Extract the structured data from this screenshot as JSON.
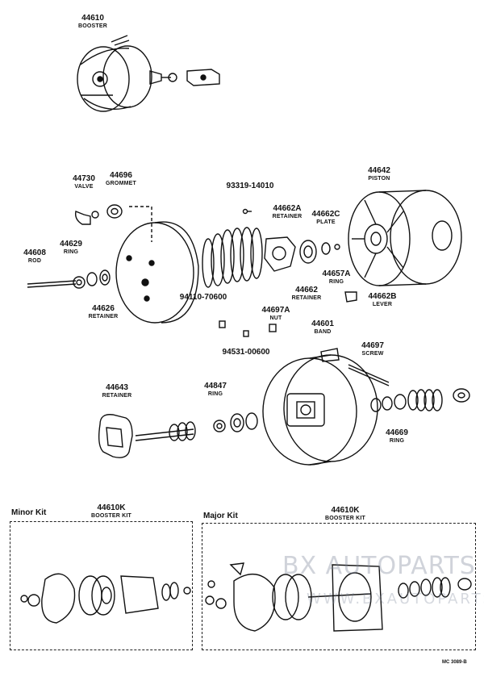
{
  "parts": {
    "booster_top": {
      "number": "44610",
      "name": "BOOSTER"
    },
    "valve": {
      "number": "44730",
      "name": "VALVE"
    },
    "grommet": {
      "number": "44696",
      "name": "GROMMET"
    },
    "bolt_93319": {
      "number": "93319-14010"
    },
    "retainer_44662A": {
      "number": "44662A",
      "name": "RETAINER"
    },
    "plate": {
      "number": "44662C",
      "name": "PLATE"
    },
    "piston": {
      "number": "44642",
      "name": "PISTON"
    },
    "rod": {
      "number": "44608",
      "name": "ROD"
    },
    "ring_44629": {
      "number": "44629",
      "name": "RING"
    },
    "ring_44657A": {
      "number": "44657A",
      "name": "RING"
    },
    "retainer_44662": {
      "number": "44662",
      "name": "RETAINER"
    },
    "lever": {
      "number": "44662B",
      "name": "LEVER"
    },
    "retainer_44626": {
      "number": "44626",
      "name": "RETAINER"
    },
    "bolt_94110": {
      "number": "94110-70600"
    },
    "nut": {
      "number": "44697A",
      "name": "NUT"
    },
    "band": {
      "number": "44601",
      "name": "BAND"
    },
    "nut_94531": {
      "number": "94531-00600"
    },
    "screw": {
      "number": "44697",
      "name": "SCREW"
    },
    "retainer_44643": {
      "number": "44643",
      "name": "RETAINER"
    },
    "ring_44847": {
      "number": "44847",
      "name": "RING"
    },
    "ring_44669": {
      "number": "44669",
      "name": "RING"
    },
    "kit_minor": {
      "number": "44610K",
      "name": "BOOSTER KIT"
    },
    "kit_major": {
      "number": "44610K",
      "name": "BOOSTER KIT"
    }
  },
  "kits": {
    "minor_title": "Minor Kit",
    "major_title": "Major Kit"
  },
  "watermark": {
    "brand": "BX AUTOPARTS",
    "url": "WWW.BXAUTOPARTS.COM"
  },
  "diagram_code": "MC 3089-B"
}
